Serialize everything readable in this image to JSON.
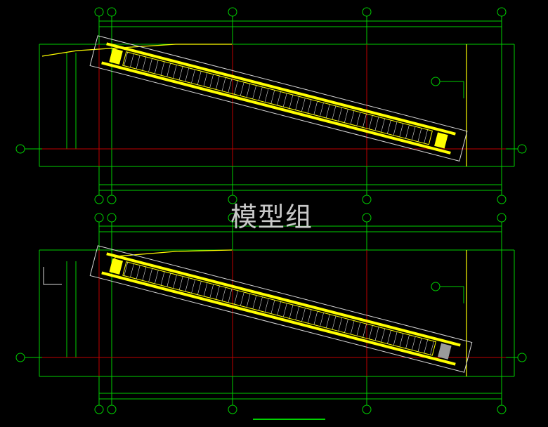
{
  "watermark": {
    "text": "模型组"
  },
  "colors": {
    "background": "#000000",
    "grid_green": "#00d000",
    "axis_red": "#c00000",
    "truss_yellow": "#ffff00",
    "detail_white": "#d8d8d8",
    "pit_gray": "#9a9a9a",
    "accent_blue": "#3060ff"
  },
  "views": [
    {
      "name": "escalator-plan-upper",
      "top_step": "yellow",
      "bottom_step": "yellow"
    },
    {
      "name": "escalator-plan-lower",
      "top_step": "yellow",
      "bottom_step": "gray"
    }
  ]
}
